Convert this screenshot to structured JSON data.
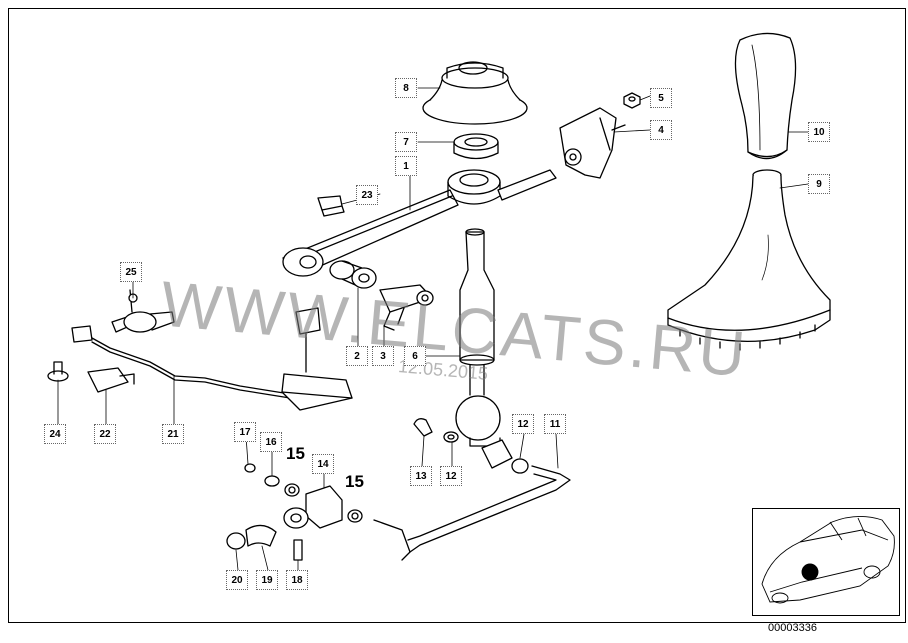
{
  "diagram": {
    "watermark": "WWW.ELCATS.RU",
    "watermark_small": "12.05.2015",
    "drawing_number": "00003336",
    "callouts": {
      "c1": "1",
      "c2": "2",
      "c3": "3",
      "c4": "4",
      "c5": "5",
      "c6": "6",
      "c7": "7",
      "c8": "8",
      "c9": "9",
      "c10": "10",
      "c11": "11",
      "c12a": "12",
      "c12b": "12",
      "c13": "13",
      "c14": "14",
      "c16": "16",
      "c17": "17",
      "c18": "18",
      "c19": "19",
      "c20": "20",
      "c21": "21",
      "c22": "22",
      "c23": "23",
      "c24": "24",
      "c25": "25"
    },
    "bold_labels": {
      "b15a": "15",
      "b15b": "15"
    }
  }
}
